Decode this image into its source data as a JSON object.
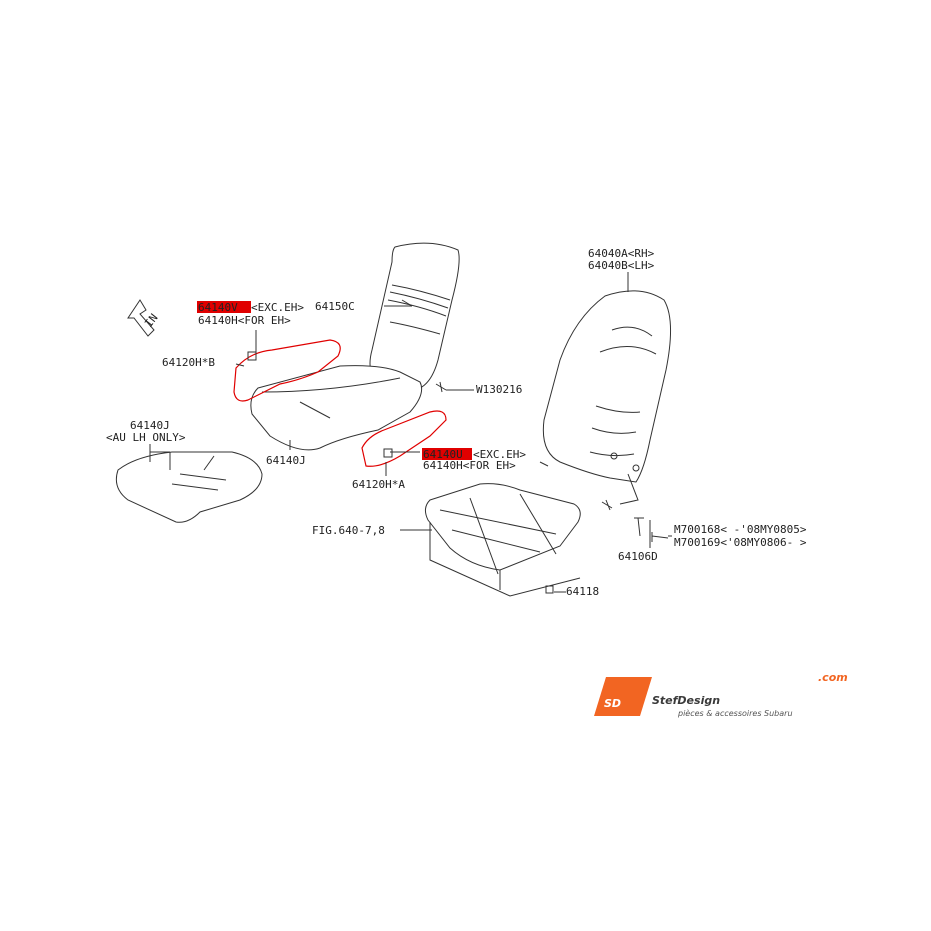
{
  "colors": {
    "highlight": "#e00000",
    "line": "#333333",
    "logo_orange": "#f26522",
    "logo_dark": "#3a3a3a"
  },
  "direction": {
    "icon": "arrow-icon",
    "label": "IN"
  },
  "callouts": {
    "ref_64140v": "64140V",
    "ref_64140v_cond": "<EXC.EH>",
    "ref_64140h_top": "64140H<FOR EH>",
    "ref_64120hb": "64120H*B",
    "ref_64150c": "64150C",
    "ref_w130216": "W130216",
    "ref_64040a": "64040A<RH>",
    "ref_64040b": "64040B<LH>",
    "ref_64140j_a": "64140J",
    "ref_64140j_note1": "<AU LH ONLY>",
    "ref_64140j_b": "64140J",
    "ref_64140u": "64140U",
    "ref_64140u_cond": "<EXC.EH>",
    "ref_64140h_bottom": "64140H<FOR EH>",
    "ref_64120ha": "64120H*A",
    "ref_fig": "FIG.640-7,8",
    "ref_m700168": "M700168< -'08MY0805>",
    "ref_m700169": "M700169<'08MY0806- >",
    "ref_64106d": "64106D",
    "ref_64118": "64118"
  },
  "logo": {
    "mark": "SD",
    "word": "StefDesign",
    "tld": ".com",
    "tagline": "pièces & accessoires Subaru"
  }
}
